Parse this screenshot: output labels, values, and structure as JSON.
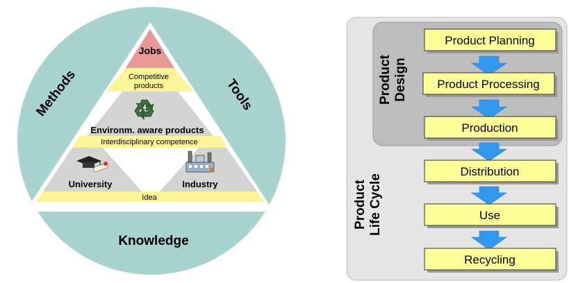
{
  "colors": {
    "circle": "#a9d3cf",
    "triangle_white": "#ffffff",
    "grey_band": "#d4d4d4",
    "jobs_red": "#e89898",
    "yellow": "#fbf599",
    "box_fill": "#ffff99",
    "panel": "#e5e5e5",
    "inner_panel": "#bdbdbd",
    "arrow": "#3399ee"
  },
  "left": {
    "methods": "Methods",
    "tools": "Tools",
    "knowledge": "Knowledge",
    "jobs": "Jobs",
    "competitive_line1": "Competitive",
    "competitive_line2": "products",
    "env_aware": "Environm. aware products",
    "interdisciplinary": "Interdisciplinary competence",
    "university": "University",
    "industry": "Industry",
    "idea": "Idea",
    "icons": [
      "recycle-icon",
      "graduation-cap-icon",
      "factory-icon"
    ]
  },
  "right": {
    "design_line1": "Product",
    "design_line2": "Design",
    "lifecycle_line1": "Product",
    "lifecycle_line2": "Life Cycle",
    "boxes": [
      "Product Planning",
      "Product Processing",
      "Production",
      "Distribution",
      "Use",
      "Recycling"
    ]
  }
}
